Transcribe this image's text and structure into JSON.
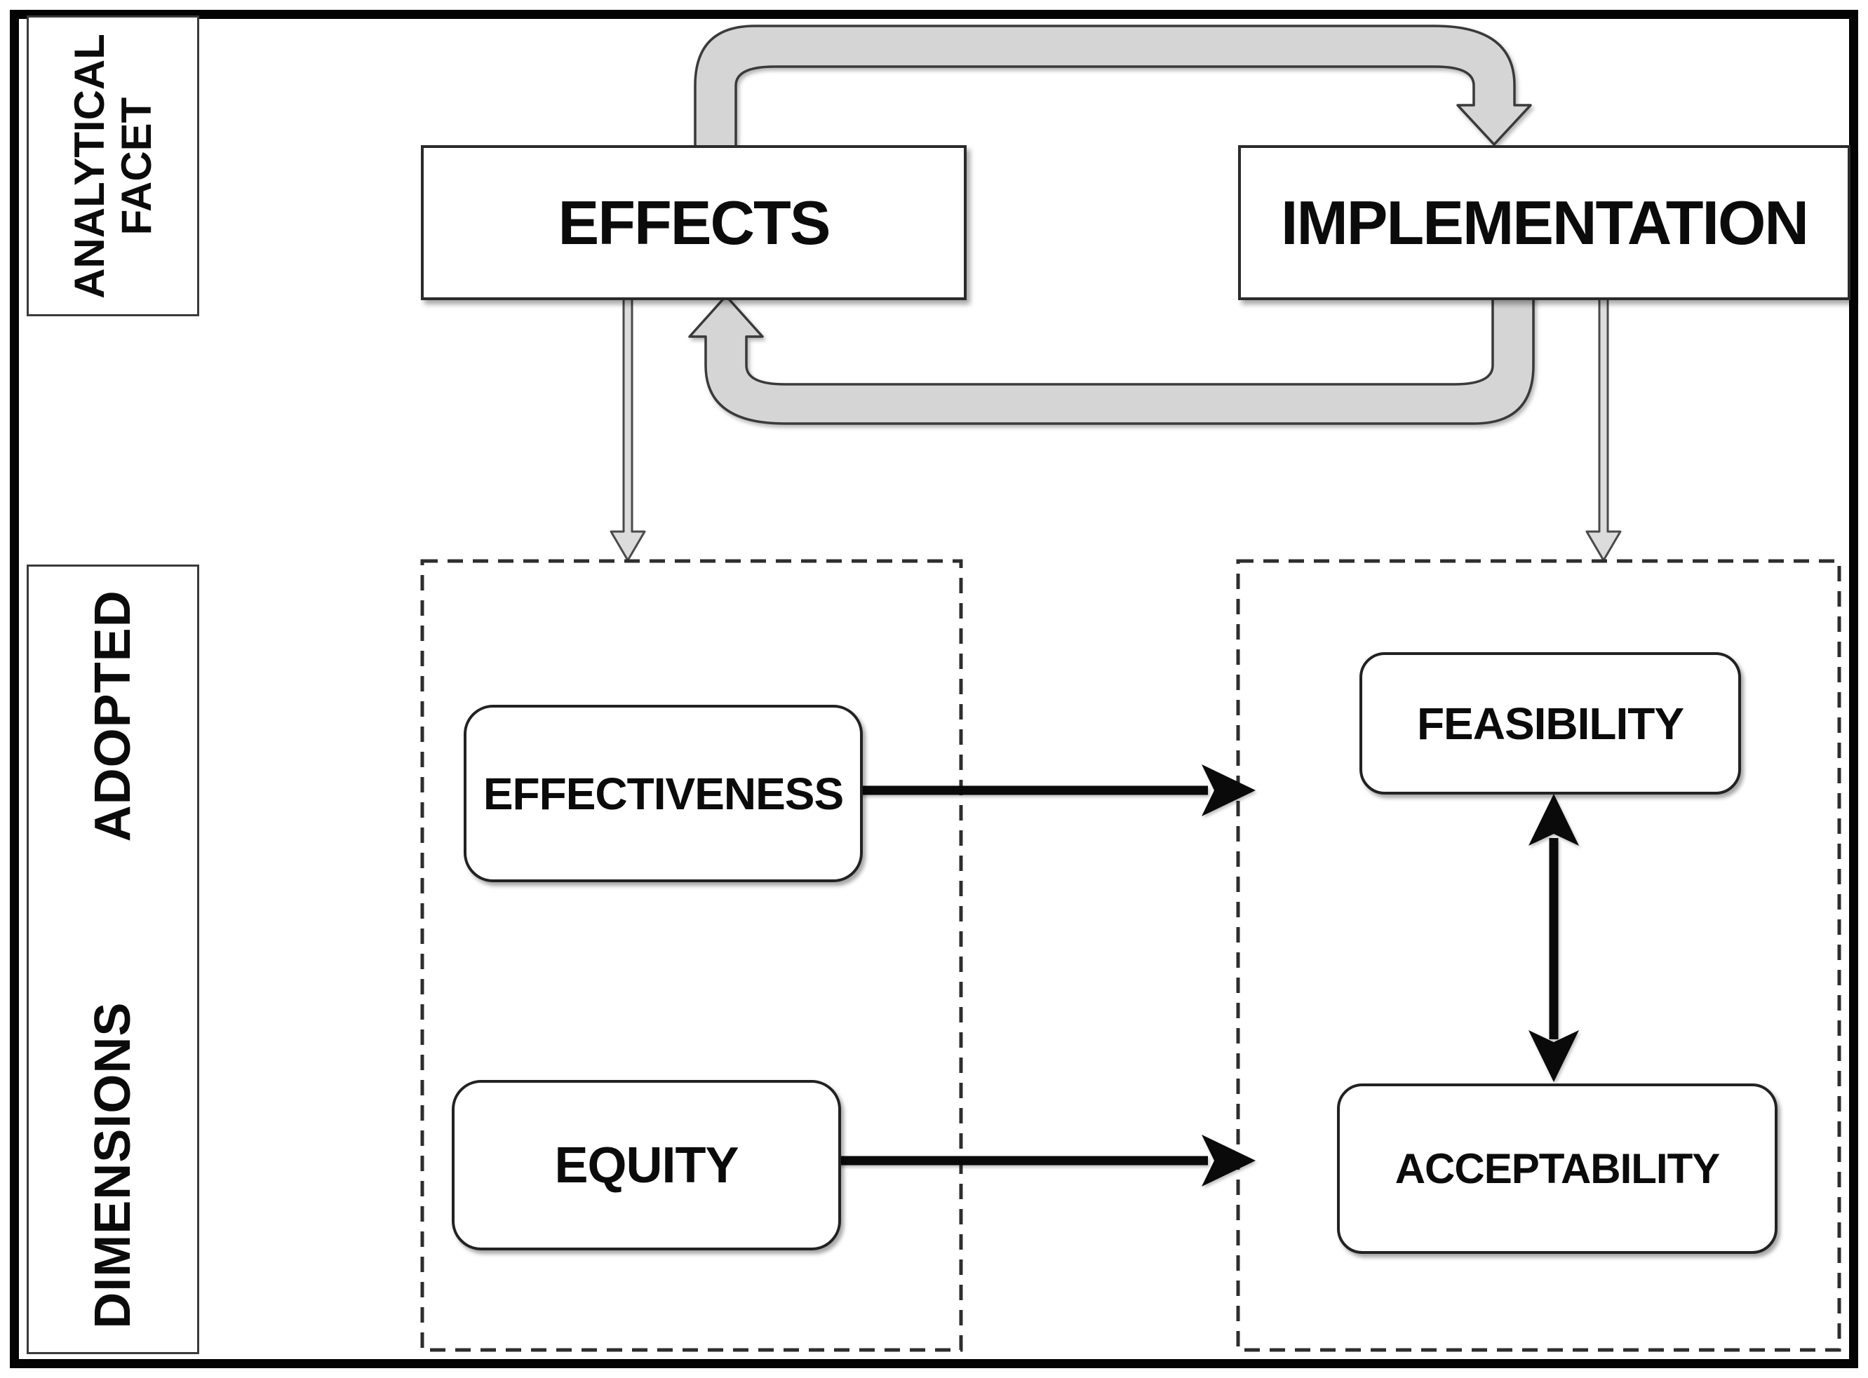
{
  "row_labels": {
    "analytical_facet": "ANALYTICAL\nFACET",
    "dimensions_adopted": "DIMENSIONS   ADOPTED"
  },
  "facets": {
    "effects": "EFFECTS",
    "implementation": "IMPLEMENTATION"
  },
  "dimensions": {
    "effectiveness": "EFFECTIVENESS",
    "equity": "EQUITY",
    "feasibility": "FEASIBILITY",
    "acceptability": "ACCEPTABILITY"
  },
  "colors": {
    "pipe_fill": "#d5d5d5",
    "pipe_stroke": "#3a3a3a",
    "black_arrow": "#0a0a0a",
    "dashed_border": "#2d2d2d",
    "frame_border": "#040404",
    "background": "#ffffff"
  }
}
